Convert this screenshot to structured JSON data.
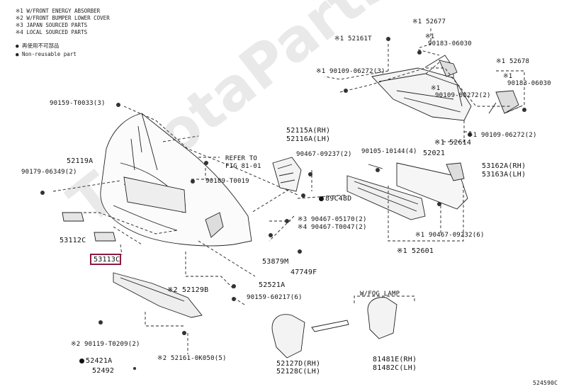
{
  "legend": {
    "l1": "※1 W/FRONT ENERGY ABSORBER",
    "l2": "※2 W/FRONT BUMPER LOWER COVER",
    "l3": "※3 JAPAN SOURCED PARTS",
    "l4": "※4 LOCAL SOURCED PARTS",
    "l5": "● 再使用不可部品",
    "l6": "● Non-reusable part"
  },
  "watermark": "ToyotaPartsMinsk.ru",
  "labels": {
    "p52161T": "※1 52161T",
    "p52677": "※1 52677",
    "p52677a": "※1",
    "p90183a": "90183-06030",
    "p90109a": "※1 90109-06272(3)",
    "p52678": "※1 52678",
    "p52678a": "※1",
    "p90183b": "90183-06030",
    "p90109b": "※1",
    "p90109b2": "90109-06272(2)",
    "p90159": "90159-T0033(3)",
    "p52614": "※1 52614",
    "p90109c": "※1 90109-06272(2)",
    "p52115": "52115A(RH)",
    "p52116": "52116A(LH)",
    "p52119": "52119A",
    "pRefer1": "REFER TO",
    "pRefer2": "FIG 81-01",
    "p90467a": "90467-09237(2)",
    "p90105": "90105-10144(4)",
    "p52021": "52021",
    "p90179": "90179-06349(2)",
    "p90189": "90189-T0019",
    "p53162": "53162A(RH)",
    "p53163": "53163A(LH)",
    "p89c48": "89C48D",
    "p90467b": "※3 90467-05170(2)",
    "p90467c": "※4 90467-T0047(2)",
    "p53112": "53112C",
    "p90467d": "※1 90467-09232(6)",
    "p52601": "※1 52601",
    "p53113": "53113C",
    "p53879": "53879M",
    "p47749": "47749F",
    "p52129": "※2 52129B",
    "p52521": "52521A",
    "p90159b": "90159-60217(6)",
    "pFog": "W/FOG LAMP",
    "p90119": "※2 90119-T0209(2)",
    "p52421": "52421A",
    "p52161b": "※2 52161-0K050(5)",
    "p52492": "52492",
    "p52127": "52127D(RH)",
    "p52128": "52128C(LH)",
    "p81481": "81481E(RH)",
    "p81482": "81482C(LH)",
    "p52459": "524590C"
  }
}
